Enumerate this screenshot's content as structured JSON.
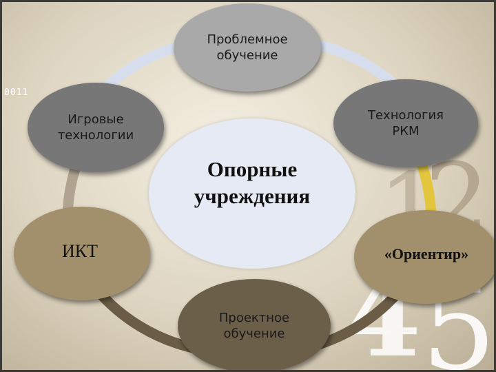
{
  "background": {
    "binary_text": "0011",
    "digits": [
      "1",
      "2",
      "4",
      "5"
    ]
  },
  "colors": {
    "ring_light": "#d6deee",
    "ring_gold": "#e3c53e",
    "ring_gray": "#b0a491",
    "ring_dark": "#6a5c45",
    "node_gray": "#a9a9a9",
    "node_dark_gray": "#777777",
    "node_khaki": "#a2906c",
    "node_brown": "#6c5f4a",
    "center": "#e5eaf4"
  },
  "diagram": {
    "center": {
      "label": "Опорные\nучреждения"
    },
    "nodes": [
      {
        "id": "problem",
        "label": "Проблемное\nобучение"
      },
      {
        "id": "rkm",
        "label": "Технология\nРКМ"
      },
      {
        "id": "orientir",
        "label": "«Ориентир»"
      },
      {
        "id": "project",
        "label": "Проектное\nобучение"
      },
      {
        "id": "ikt",
        "label": "ИКТ"
      },
      {
        "id": "game",
        "label": "Игровые\nтехнологии"
      }
    ]
  }
}
